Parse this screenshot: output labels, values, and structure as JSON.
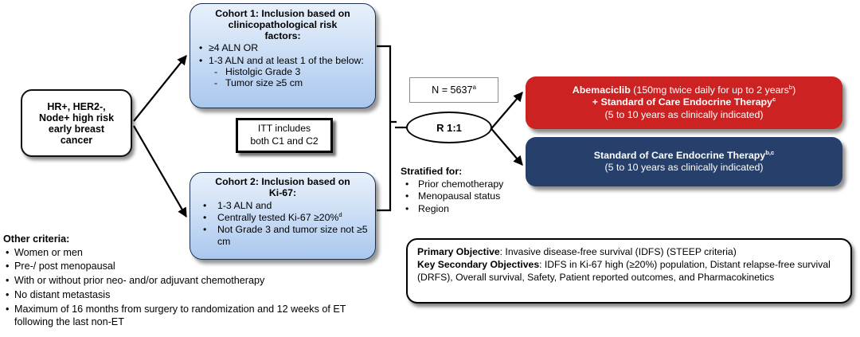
{
  "diagram": {
    "entry": {
      "lines": [
        "HR+, HER2-,",
        "Node+ high risk",
        "early breast",
        "cancer"
      ]
    },
    "cohort1": {
      "title_lines": [
        "Cohort 1: Inclusion based on",
        "clinicopathological risk",
        "factors:"
      ],
      "bullets": [
        "≥4 ALN OR",
        "1-3 ALN and at least 1 of the below:"
      ],
      "subbullets": [
        "Histolgic Grade 3",
        "Tumor size ≥5 cm"
      ]
    },
    "cohort2": {
      "title_lines": [
        "Cohort 2: Inclusion based on",
        "Ki-67:"
      ],
      "bullets": [
        "1-3 ALN and",
        "Centrally tested Ki-67 ≥20%",
        "Not Grade 3 and tumor size not ≥5 cm"
      ],
      "bullet2_sup": "d"
    },
    "itt": {
      "line1": "ITT includes",
      "line2": "both C1 and C2"
    },
    "enrollment": {
      "n_label": "N = 5637",
      "n_sup": "a"
    },
    "randomization": {
      "label": "R 1:1"
    },
    "arm_red": {
      "drug": "Abemaciclib",
      "dose": " (150mg twice daily for up to 2 years",
      "dose_sup": "b",
      "dose_tail": ")",
      "line2": "+ Standard of Care Endocrine Therapy",
      "line2_sup": "c",
      "line3": "(5 to 10 years as clinically indicated)",
      "color": "#cc2222"
    },
    "arm_navy": {
      "line1": "Standard of Care Endocrine Therapy",
      "line1_sup": "b,c",
      "line2": "(5 to 10 years as clinically indicated)",
      "color": "#26406b"
    },
    "stratified": {
      "heading": "Stratified for:",
      "items": [
        "Prior chemotherapy",
        "Menopausal status",
        "Region"
      ]
    },
    "objectives": {
      "primary_label": "Primary Objective",
      "primary_text": ": Invasive disease-free survival (IDFS) (STEEP criteria)",
      "secondary_label": "Key Secondary Objectives",
      "secondary_text": ": IDFS in Ki-67 high (≥20%) population, Distant relapse-free survival (DRFS), Overall survival, Safety, Patient reported outcomes, and Pharmacokinetics"
    },
    "other_criteria": {
      "heading": "Other criteria:",
      "items": [
        "Women or men",
        "Pre-/ post menopausal",
        "With or without prior neo- and/or adjuvant chemotherapy",
        "No distant metastasis",
        "Maximum of 16 months from surgery to randomization and 12 weeks of ET following the last non-ET"
      ]
    }
  }
}
